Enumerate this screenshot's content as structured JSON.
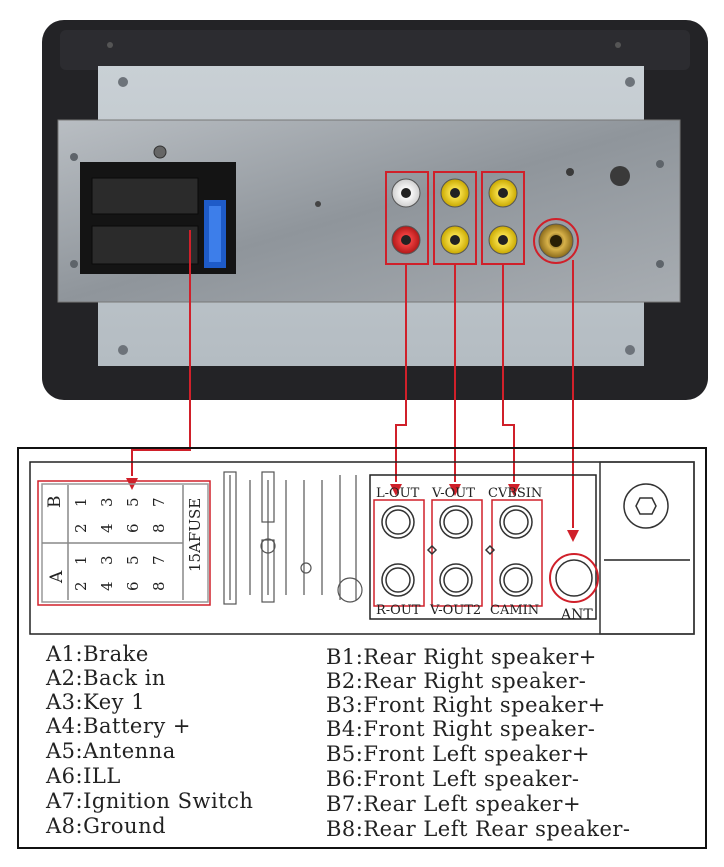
{
  "diagram": {
    "port_labels": {
      "l_out": "L-OUT",
      "v_out": "V-OUT",
      "cvbsin": "CVBSIN",
      "r_out": "R-OUT",
      "v_out2": "V-OUT2",
      "camin": "CAMIN",
      "ant": "ANT"
    },
    "connector": {
      "row_b": "B",
      "row_a": "A",
      "pins": [
        "1",
        "2",
        "3",
        "4",
        "5",
        "6",
        "7",
        "8"
      ],
      "fuse": "15AFUSE"
    },
    "colors": {
      "highlight": "#d0202a",
      "faceplate": "#9aa0a6",
      "chassis": "#1f1f22",
      "rca_white": "#f2f2f2",
      "rca_red": "#e02a2a",
      "rca_yellow": "#f2d21b",
      "antenna": "#c8a032",
      "fuse": "#2a6fd6"
    }
  },
  "legend": {
    "left": [
      "A1:Brake",
      "A2:Back in",
      "A3:Key 1",
      "A4:Battery +",
      "A5:Antenna",
      "A6:ILL",
      "A7:Ignition Switch",
      "A8:Ground"
    ],
    "right": [
      "B1:Rear Right speaker+",
      "B2:Rear Right speaker-",
      "B3:Front Right speaker+",
      "B4:Front Right speaker-",
      "B5:Front Left speaker+",
      "B6:Front Left speaker-",
      "B7:Rear Left speaker+",
      "B8:Rear Left Rear speaker-"
    ]
  }
}
